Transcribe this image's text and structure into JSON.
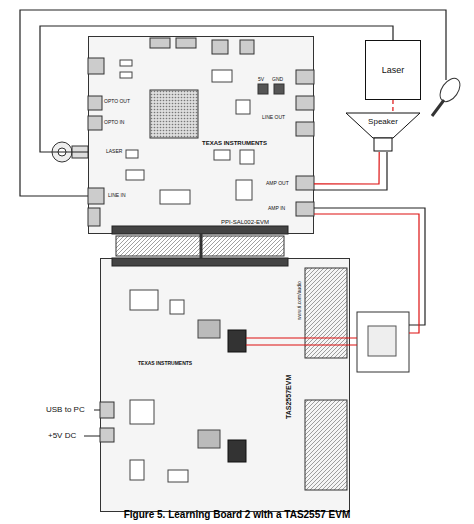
{
  "diagram": {
    "caption": "Figure 5. Learning Board 2 with a TAS2557 EVM",
    "nodes": [
      {
        "text": [
          "PPI-SAL002-EVM"
        ]
      },
      {
        "text": [
          "TAS2557EVM"
        ]
      },
      {
        "text": [
          "Laser"
        ]
      },
      {
        "text": [
          "Speaker"
        ]
      }
    ],
    "edges": [
      {
        "from": 0,
        "to": 2,
        "arrow": "none"
      },
      {
        "from": 2,
        "to": 3,
        "arrow": "none"
      },
      {
        "from": 3,
        "to": 0,
        "arrow": "none"
      },
      {
        "from": 0,
        "to": 1,
        "arrow": "none"
      }
    ],
    "labels": [
      "USB to PC",
      "+5V DC",
      "LASER",
      "LINE IN",
      "OPTO OUT",
      "OPTO IN",
      "TEXAS INSTRUMENTS",
      "5V",
      "GND",
      "AMP OUT",
      "AMP IN",
      "LINE OUT",
      "TEXAS INSTRUMENTS",
      "www.ti.com/audio"
    ]
  }
}
